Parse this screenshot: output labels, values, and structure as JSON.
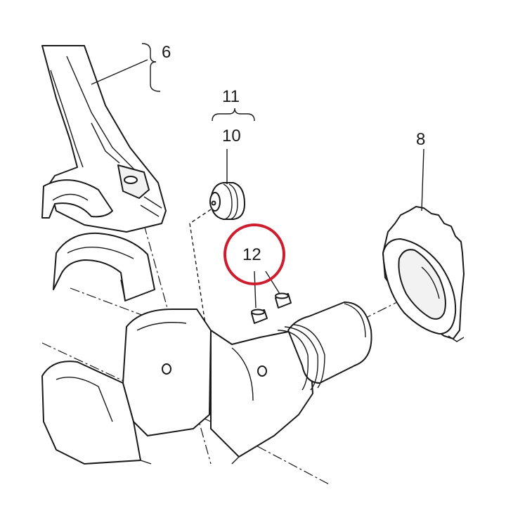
{
  "callouts": {
    "conrod": "6",
    "pulse_wheel": "8",
    "plug": "10",
    "plug_kit": "11",
    "dowel": "12"
  },
  "colors": {
    "line": "#1a1a1a",
    "highlight": "#cc1e2e",
    "background": "#ffffff"
  }
}
